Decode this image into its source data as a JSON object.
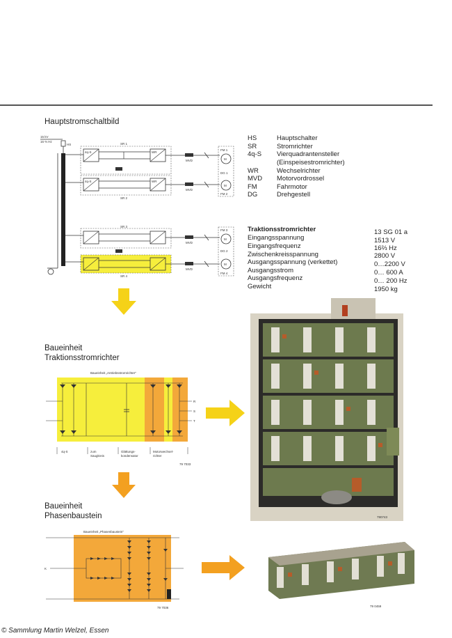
{
  "section1": {
    "title": "Hauptstromschaltbild"
  },
  "schematic": {
    "supply": "15 kV",
    "supply_freq": "16 ⅔ Hz",
    "hs": "HS",
    "sr1": "SR 1",
    "sr2": "SR 2",
    "sr3": "SR 3",
    "sr4": "SR 4",
    "fourq": "4q-S",
    "wr": "WR",
    "mvd": "MVD",
    "fm1": "FM 1",
    "fm2": "FM 2",
    "fm3": "FM 3",
    "fm4": "FM 4",
    "dg1": "DG 1",
    "dg2": "DG 2",
    "motor": "M"
  },
  "legend": [
    {
      "abbr": "HS",
      "text": "Hauptschalter"
    },
    {
      "abbr": "SR",
      "text": "Stromrichter"
    },
    {
      "abbr": "4q-S",
      "text": "Vierquadrantensteller"
    },
    {
      "abbr": "",
      "text": "(Einspeisestromrichter)"
    },
    {
      "abbr": "WR",
      "text": "Wechselrichter"
    },
    {
      "abbr": "MVD",
      "text": "Motorvordrossel"
    },
    {
      "abbr": "FM",
      "text": "Fahrmotor"
    },
    {
      "abbr": "DG",
      "text": "Drehgestell"
    }
  ],
  "specs": {
    "title": "Traktionsstromrichter",
    "type": "13 SG 01 a",
    "rows": [
      {
        "label": "Eingangsspannung",
        "value": "1513 V"
      },
      {
        "label": "Eingangsfrequenz",
        "value": "16⅔ Hz"
      },
      {
        "label": "Zwischenkreisspannung",
        "value": "2800 V"
      },
      {
        "label": "Ausgangsspannung (verkettet)",
        "value": "0…2200 V"
      },
      {
        "label": "Ausgangsstrom",
        "value": "0…  600 A"
      },
      {
        "label": "Ausgangsfrequenz",
        "value": "0…  200 Hz"
      },
      {
        "label": "Gewicht",
        "value": "1950 kg"
      }
    ]
  },
  "section2": {
    "title_line1": "Baueinheit",
    "title_line2": "Traktionsstromrichter",
    "diagram_title": "Baueinheit „Antriebsstromrichter\"",
    "r": "R",
    "s": "S",
    "t": "T",
    "labels": [
      "4q-S",
      "zum Saugkreis",
      "Glättungs-kondensator",
      "Motorwechsel-richter"
    ],
    "label_4qs": "4q-S",
    "label_saug_1": "zum",
    "label_saug_2": "Saugkreis",
    "label_glatt_1": "Glättungs-",
    "label_glatt_2": "kondensator",
    "label_motor_1": "Motorwechsel-",
    "label_motor_2": "richter",
    "diagram_id": "79 7033",
    "photo_id": "790743"
  },
  "section3": {
    "title_line1": "Baueinheit",
    "title_line2": "Phasenbaustein",
    "diagram_title": "Baueinheit „Phasenbaustein\"",
    "k": "K",
    "diagram_id": "79 7036",
    "photo_id": "79 0459"
  },
  "footer": {
    "credit": "© Sammlung Martin Welzel, Essen"
  },
  "colors": {
    "yellow": "#f6ee3c",
    "orange": "#f3a83a",
    "arrow": "#f5d218",
    "arrow_orange": "#f3a020"
  }
}
